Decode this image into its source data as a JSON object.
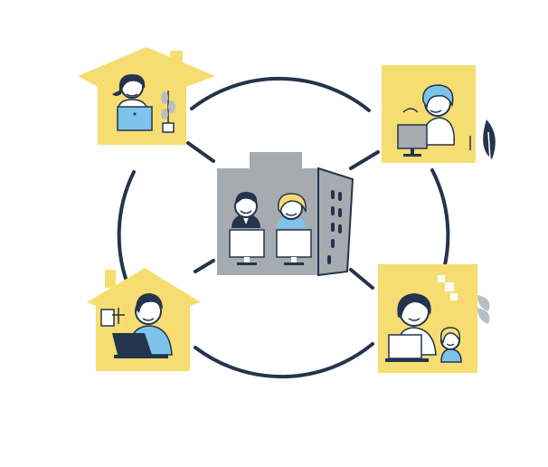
{
  "colors": {
    "yellow": "#f5dd72",
    "navy": "#24344d",
    "gray": "#a6abb1",
    "gray_light": "#c4c8cd",
    "laptop_blue": "#7ec4ea",
    "skin": "#ffffff",
    "plant_gray": "#b9bec4"
  },
  "scene": {
    "center": "office-building",
    "remote_workers": [
      "home-woman-laptop",
      "office-man-desktop",
      "home-man-laptop",
      "home-mother-child"
    ]
  }
}
